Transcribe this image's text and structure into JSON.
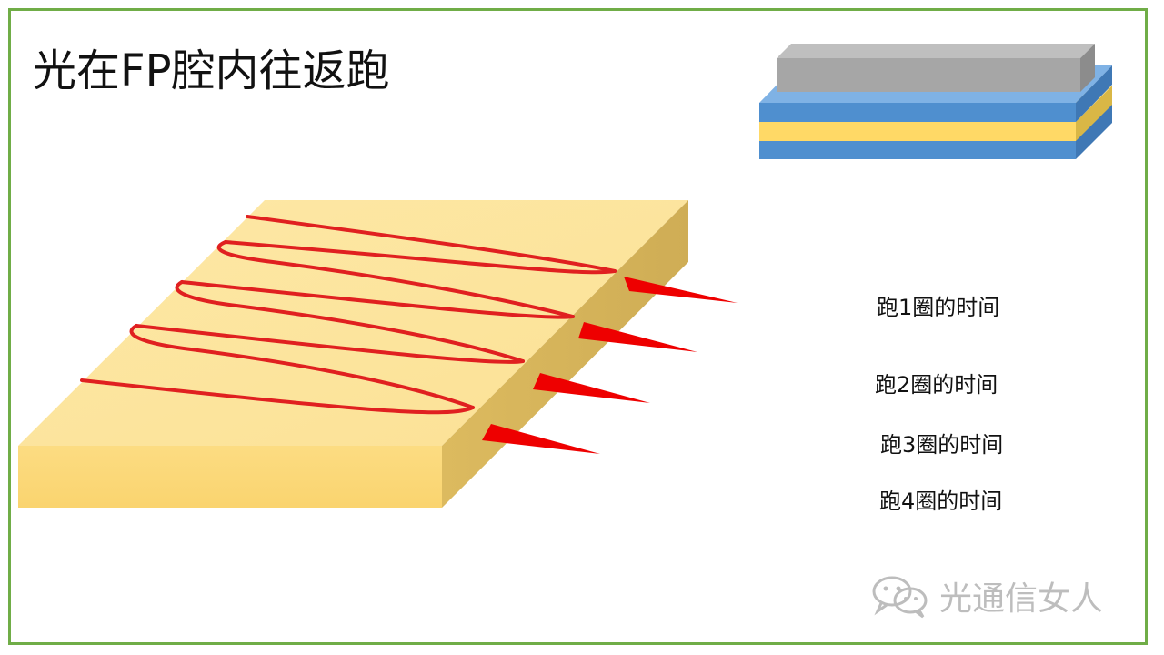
{
  "slide": {
    "title": "光在FP腔内往返跑",
    "round_labels": [
      "跑1圈的时间",
      "跑2圈的时间",
      "跑3圈的时间",
      "跑4圈的时间"
    ],
    "watermark": {
      "icon": "wechat-icon",
      "text": "光通信女人"
    }
  },
  "colors": {
    "frame_border": "#70ad47",
    "slab_top": "#fce49b",
    "slab_front": "#fbd876",
    "slab_side": "#d9b75c",
    "light_path": "#e02020",
    "output_pulse": "#ee0000",
    "gray_block": "#a6a6a6",
    "blue_layer": "#5b9bd5",
    "yellow_layer": "#ffd966",
    "watermark": "#bdbdbd"
  }
}
